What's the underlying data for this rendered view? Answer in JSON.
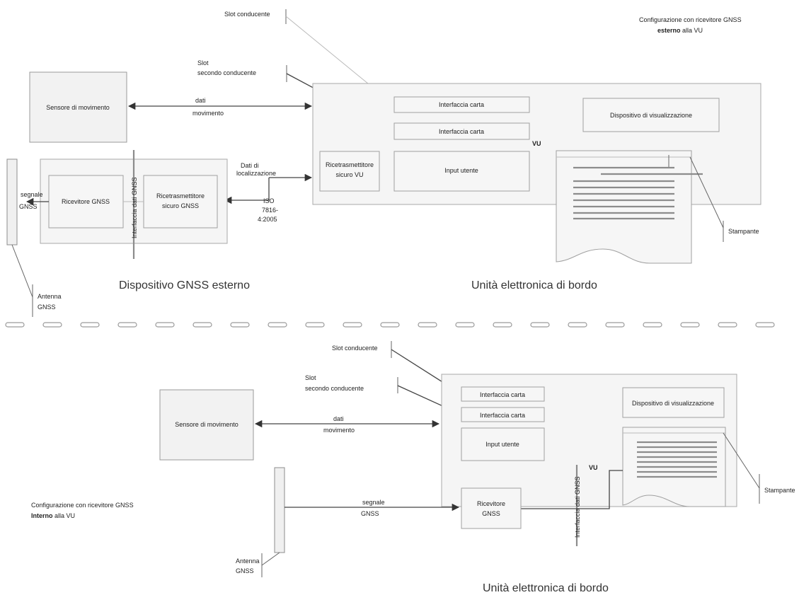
{
  "top": {
    "config": {
      "line1": "Configurazione con ricevitore GNSS",
      "bold": "esterno",
      "rest": " alla VU"
    },
    "slot_driver": "Slot conducente",
    "slot_codriver_1": "Slot",
    "slot_codriver_2": "secondo conducente",
    "motion_sensor": "Sensore di movimento",
    "data_1": "dati",
    "data_2": "movimento",
    "card_if_1": "Interfaccia carta",
    "card_if_2": "Interfaccia carta",
    "display": "Dispositivo di visualizzazione",
    "vu": "VU",
    "vu_transceiver_1": "Ricetrasmettitore",
    "vu_transceiver_2": "sicuro VU",
    "user_input": "Input  utente",
    "loc_1": "Dati di",
    "loc_2": "localizzazione",
    "iso_1": "ISO",
    "iso_2": "7816-",
    "iso_3": "4:2005",
    "signal_1": "segnale",
    "signal_2": "GNSS",
    "gnss_receiver": "Ricevitore GNSS",
    "gnss_data_if": "Interfaccia dati GNSS",
    "gnss_transceiver_1": "Ricetrasmettitore",
    "gnss_transceiver_2": "sicuro GNSS",
    "printer": "Stampante",
    "antenna_1": "Antenna",
    "antenna_2": "GNSS",
    "caption_device": "Dispositivo GNSS esterno",
    "caption_vu": "Unità elettronica di bordo"
  },
  "bottom": {
    "config": {
      "line1": "Configurazione con ricevitore GNSS",
      "bold": "Interno",
      "rest": "  alla VU"
    },
    "slot_driver": "Slot conducente",
    "slot_codriver_1": "Slot",
    "slot_codriver_2": "secondo conducente",
    "card_if_1": "Interfaccia carta",
    "card_if_2": "Interfaccia carta",
    "display": "Dispositivo di visualizzazione",
    "motion_sensor": "Sensore di movimento",
    "data_1": "dati",
    "data_2": "movimento",
    "user_input": "Input utente",
    "vu": "VU",
    "gnss_data_if": "Interfaccia dati GNSS",
    "signal_1": "segnale",
    "signal_2": "GNSS",
    "receiver_1": "Ricevitore",
    "receiver_2": "GNSS",
    "printer": "Stampante",
    "antenna_1": "Antenna",
    "antenna_2": "GNSS",
    "caption_vu": "Unità elettronica di bordo"
  }
}
